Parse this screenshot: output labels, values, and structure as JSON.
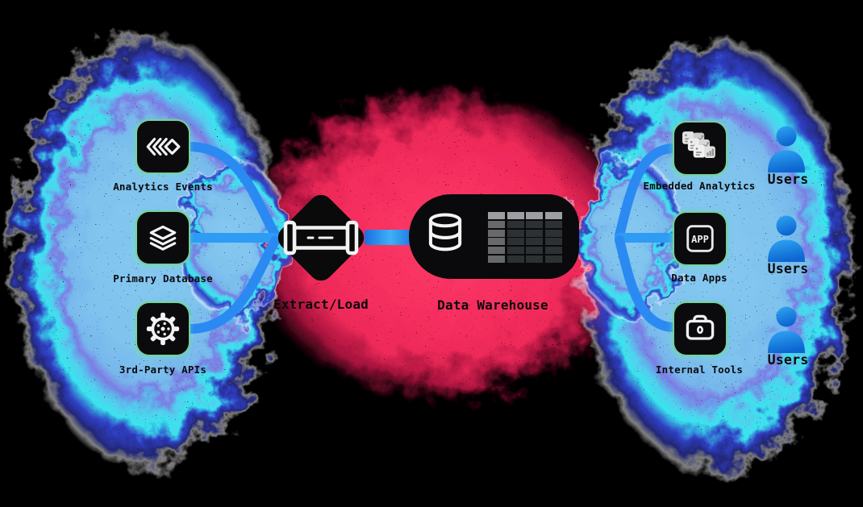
{
  "sources": [
    {
      "label": "Analytics Events",
      "icon": "analytics-events-icon"
    },
    {
      "label": "Primary Database",
      "icon": "database-layers-icon"
    },
    {
      "label": "3rd-Party APIs",
      "icon": "gear-icon"
    }
  ],
  "etl": {
    "label": "Extract/Load",
    "icon": "pipeline-icon"
  },
  "warehouse": {
    "label": "Data Warehouse",
    "icon": "database-cylinder-icon",
    "table_rows": 6,
    "table_cols": 4
  },
  "destinations": [
    {
      "label": "Embedded Analytics",
      "icon": "stacked-reports-icon"
    },
    {
      "label": "Data Apps",
      "icon": "app-window-icon",
      "badge": "APP"
    },
    {
      "label": "Internal Tools",
      "icon": "briefcase-icon"
    }
  ],
  "user_groups": [
    {
      "label": "Users",
      "icon": "person-icon"
    },
    {
      "label": "Users",
      "icon": "person-icon"
    },
    {
      "label": "Users",
      "icon": "person-icon"
    }
  ],
  "colors": {
    "background": "#000000",
    "link_blue": "#2a8af2",
    "blob_light_blue": "#7fc3ee",
    "blob_cyan": "#3ae4ee",
    "blob_indigo": "#7b7de4",
    "blob_navy": "#2f3fc4",
    "blob_red": "#f73060",
    "tile_border_mint": "#84e4ad",
    "user_blue": "#1f8ce8"
  }
}
